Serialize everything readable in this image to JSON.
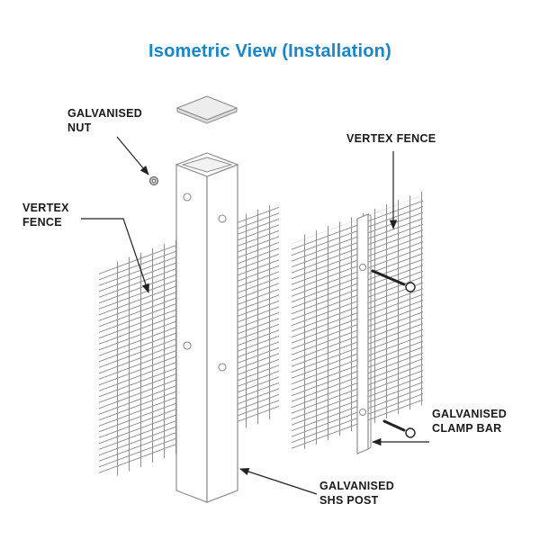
{
  "title": "Isometric View (Installation)",
  "labels": {
    "nut": "GALVANISED\nNUT",
    "vertex_fence_left": "VERTEX\nFENCE",
    "vertex_fence_right": "VERTEX FENCE",
    "clamp_bar": "GALVANISED\nCLAMP BAR",
    "shs_post": "GALVANISED\nSHS POST"
  },
  "colors": {
    "title": "#1787c9",
    "line": "#8c8c8c",
    "leader": "#222222",
    "label_text": "#1a1a1a",
    "background": "#ffffff"
  }
}
